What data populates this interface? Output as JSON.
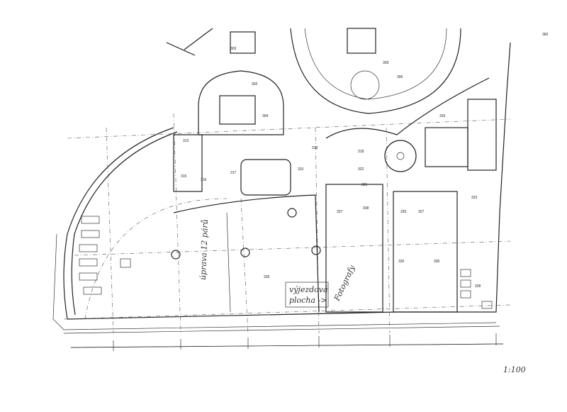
{
  "drawing": {
    "type": "architectural floor plan",
    "handwritten_notes": {
      "rotated_left": "úprava 12 párů",
      "box_line1": "výjezdová",
      "box_line2": "plocha ->",
      "rotated_right": "Fotografy"
    },
    "scale_note": "1:100",
    "room_numbers": [
      "302",
      "303",
      "304",
      "306",
      "309",
      "310",
      "313",
      "315",
      "316",
      "317",
      "318",
      "319",
      "321",
      "322",
      "323",
      "325",
      "326",
      "327",
      "328",
      "335",
      "336",
      "337",
      "338",
      "339",
      "360"
    ]
  }
}
